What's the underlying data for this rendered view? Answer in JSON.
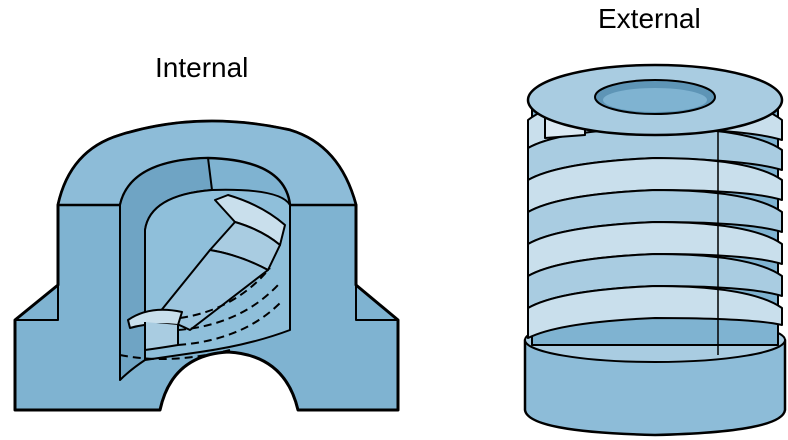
{
  "labels": {
    "internal": "Internal",
    "external": "External"
  },
  "colors": {
    "fill": "#7FB3D1",
    "fill_light": "#A9CCE1",
    "fill_dark": "#5E95B6",
    "fill_pale": "#C9DFEC",
    "stroke": "#000000",
    "background": "#FFFFFF"
  },
  "figures": [
    {
      "name": "internal-thread-cutaway",
      "caption": "Internal"
    },
    {
      "name": "external-thread-cylinder",
      "caption": "External"
    }
  ]
}
